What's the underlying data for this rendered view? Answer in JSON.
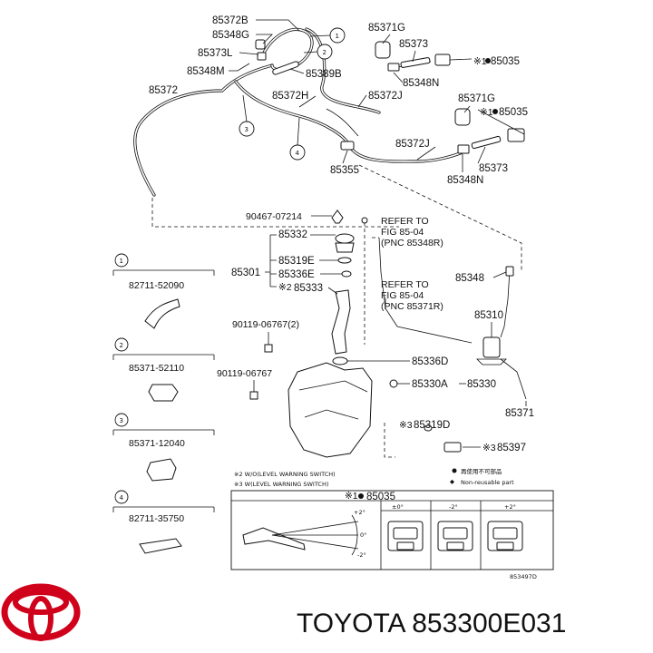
{
  "labels": {
    "p85372B": "85372B",
    "p85348G": "85348G",
    "p85373L": "85373L",
    "p85348M": "85348M",
    "p85389B": "85389B",
    "p85372": "85372",
    "p85372H": "85372H",
    "p85371G_a": "85371G",
    "p85373_a": "85373",
    "p85035_a": "85035",
    "p85348N_a": "85348N",
    "p85372J_a": "85372J",
    "p85371G_b": "85371G",
    "p85035_b": "85035",
    "p85372J_b": "85372J",
    "p85355": "85355",
    "p85373_b": "85373",
    "p85348N_b": "85348N",
    "p90467": "90467-07214",
    "p85332": "85332",
    "p85301": "85301",
    "p85319E": "85319E",
    "p85336E": "85336E",
    "p85333": "85333",
    "p90119_2": "90119-06767(2)",
    "p90119": "90119-06767",
    "p85336D": "85336D",
    "p85330A": "85330A",
    "p85330": "85330",
    "p85319D": "85319D",
    "p85397": "85397",
    "p85348": "85348",
    "p85310": "85310",
    "p85371": "85371",
    "ref1_l1": "REFER TO",
    "ref1_l2": "FIG 85-04",
    "ref1_l3": "(PNC 85348R)",
    "ref2_l1": "REFER TO",
    "ref2_l2": "FIG 85-04",
    "ref2_l3": "(PNC 85371R)",
    "note2": "※2 W/O(LEVEL WARNING SWITCH)",
    "note3": "※3 W(LEVEL WARNING SWITCH)",
    "legend_reuse": "再使用不可部品",
    "legend_nonreuse": "Non-reusable part",
    "box_title": "85035",
    "angle_0": "±0°",
    "angle_m2": "-2°",
    "angle_p2": "+2°",
    "gauge_p2": "+2°",
    "gauge_0": "0°",
    "gauge_m2": "-2°",
    "figure_id": "853497D",
    "mark1": "※1",
    "mark2": "※2",
    "mark3": "※3"
  },
  "callouts": {
    "c1": "1",
    "c2": "2",
    "c3": "3",
    "c4": "4"
  },
  "side_parts": [
    {
      "num": "1",
      "pn": "82711-52090"
    },
    {
      "num": "2",
      "pn": "85371-52110"
    },
    {
      "num": "3",
      "pn": "85371-12040"
    },
    {
      "num": "4",
      "pn": "82711-35750"
    }
  ],
  "brand": {
    "text": "TOYOTA 853300E031",
    "logo_color": "#d0021b"
  }
}
